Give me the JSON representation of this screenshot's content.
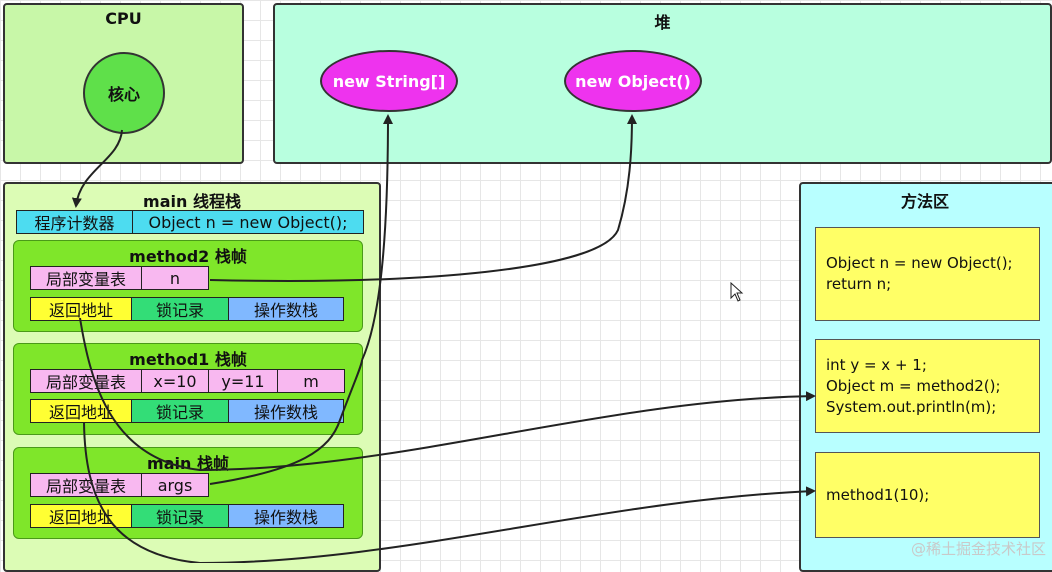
{
  "cpu": {
    "title": "CPU",
    "core": "核心"
  },
  "heap": {
    "title": "堆",
    "objects": [
      "new String[]",
      "new Object()"
    ]
  },
  "thread_stack": {
    "title": "main 线程栈",
    "pc_label": "程序计数器",
    "pc_value": "Object n = new Object();",
    "frames": [
      {
        "title": "method2 栈帧",
        "locals_label": "局部变量表",
        "locals": [
          "n"
        ],
        "return_addr": "返回地址",
        "lock_record": "锁记录",
        "operand_stack": "操作数栈"
      },
      {
        "title": "method1 栈帧",
        "locals_label": "局部变量表",
        "locals": [
          "x=10",
          "y=11",
          "m"
        ],
        "return_addr": "返回地址",
        "lock_record": "锁记录",
        "operand_stack": "操作数栈"
      },
      {
        "title": "main 栈帧",
        "locals_label": "局部变量表",
        "locals": [
          "args"
        ],
        "return_addr": "返回地址",
        "lock_record": "锁记录",
        "operand_stack": "操作数栈"
      }
    ]
  },
  "method_area": {
    "title": "方法区",
    "blocks": [
      [
        "Object n = new Object();",
        "return n;"
      ],
      [
        "int y = x + 1;",
        "Object m = method2();",
        "System.out.println(m);"
      ],
      [
        "method1(10);"
      ]
    ]
  },
  "watermark": "@稀土掘金技术社区",
  "colors": {
    "cpu_bg": "#c8f7a8",
    "heap_bg": "#b8ffdf",
    "stack_bg": "#dcfcb5",
    "method_area_bg": "#b8ffff",
    "frame_bg": "#7fe62a",
    "pc_bg": "#4ddcf0",
    "locals_bg": "#f8b8f0",
    "return_bg": "#ffff33",
    "lock_bg": "#33dd77",
    "operand_bg": "#80b8ff",
    "core_bg": "#5fe04a",
    "heap_obj_bg": "#ee33ee",
    "method_block_bg": "#ffff66"
  }
}
